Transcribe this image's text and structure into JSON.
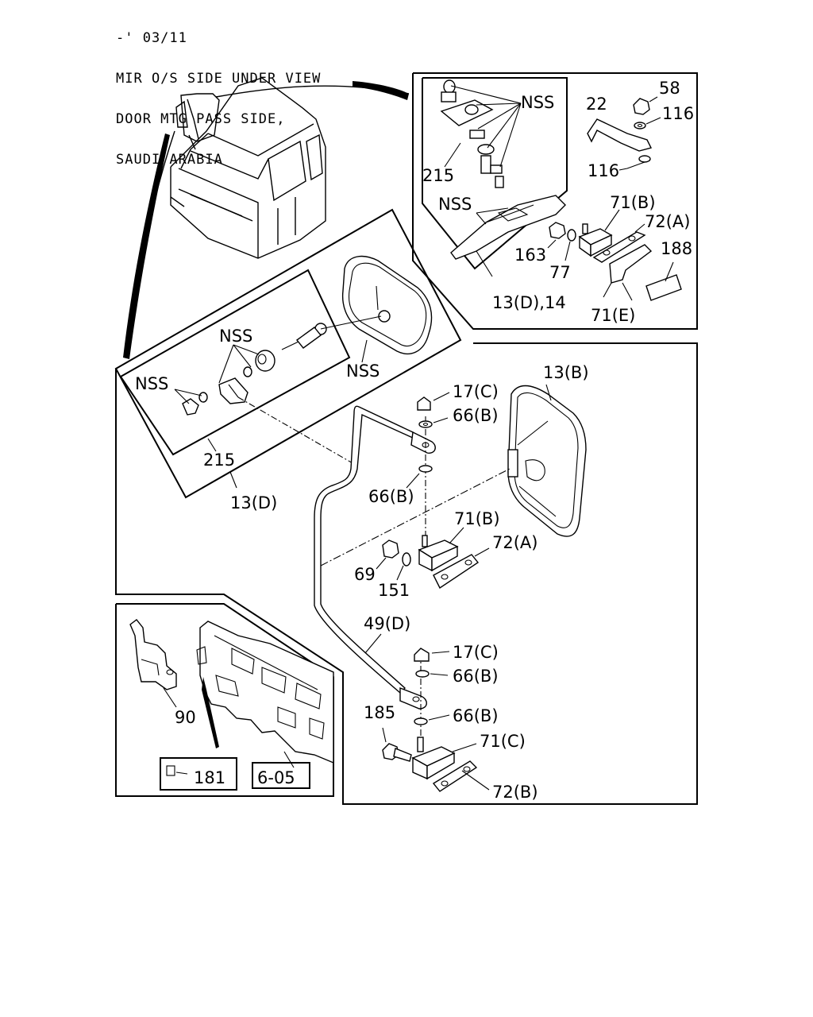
{
  "header": {
    "lines": [
      "-' 03/11",
      "MIR O/S SIDE UNDER VIEW",
      "DOOR MTG PASS SIDE,",
      "SAUDI ARABIA"
    ]
  },
  "callouts": {
    "upper_panel": {
      "nss_top": "NSS",
      "n22": "22",
      "n58": "58",
      "n116_a": "116",
      "n116_b": "116",
      "n215": "215",
      "nss_mid": "NSS",
      "n71b": "71(B)",
      "n72a": "72(A)",
      "n188": "188",
      "n163": "163",
      "n77": "77",
      "n13d14": "13(D),14",
      "n71e": "71(E)"
    },
    "mirror_panel": {
      "nss_a": "NSS",
      "nss_b": "NSS",
      "nss_c": "NSS",
      "n215": "215",
      "n13d": "13(D)"
    },
    "main_panel": {
      "n13b": "13(B)",
      "n17c_a": "17(C)",
      "n66b_a": "66(B)",
      "n66b_b": "66(B)",
      "n71b": "71(B)",
      "n72a": "72(A)",
      "n69": "69",
      "n151": "151",
      "n49d": "49(D)",
      "n17c_b": "17(C)",
      "n66b_c": "66(B)",
      "n185": "185",
      "n66b_d": "66(B)",
      "n71c": "71(C)",
      "n72b": "72(B)"
    },
    "bracket_panel": {
      "n90": "90",
      "n181": "181",
      "ref605": "6-05"
    }
  }
}
